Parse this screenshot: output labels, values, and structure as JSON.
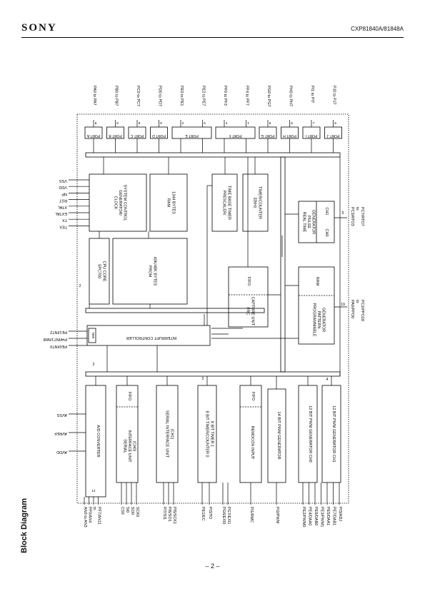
{
  "header": {
    "brand": "SONY",
    "part_number": "CXP81840A/81848A"
  },
  "section_title": "Block Diagram",
  "page_number": "– 2 –",
  "ports": [
    {
      "pins": "PA0 to PA7",
      "label": "PORT A",
      "width": "8"
    },
    {
      "pins": "PB0 to PB7",
      "label": "PORT B",
      "width": "8"
    },
    {
      "pins": "PC0 to PC7",
      "label": "PORT C",
      "width": "8"
    },
    {
      "pins": "PD0 to PD7",
      "label": "PORT D",
      "width": "8"
    },
    {
      "pins": "PE0 to PE1",
      "label": "PORT E",
      "width": "2"
    },
    {
      "pins": "PE2 to PE7",
      "label": "",
      "width": "6"
    },
    {
      "pins": "PF0 to PF3",
      "label": "PORT F",
      "width": "4"
    },
    {
      "pins": "PF4 to PF7",
      "label": "",
      "width": "4"
    },
    {
      "pins": "PG0 to PG7",
      "label": "PORT G",
      "width": "8"
    },
    {
      "pins": "PH0 to PH7",
      "label": "PORT H",
      "width": "8"
    },
    {
      "pins": "PI1 to PI7",
      "label": "PORT I",
      "width": "7"
    },
    {
      "pins": "PJ0 to PJ7",
      "label": "PORT J",
      "width": "8"
    }
  ],
  "blocks": {
    "clock": [
      "CLOCK",
      "GENERATOR/",
      "SYSTEM CONTROL"
    ],
    "ram": [
      "RAM",
      "1344 BYTES"
    ],
    "cpu": [
      "SPC700",
      "CPU CORE"
    ],
    "prom": [
      "PROM",
      "40K/48K BYTES"
    ],
    "prescaler": [
      "PRESCALER/",
      "TIME BASE TIMER"
    ],
    "timer32": [
      "32kHz",
      "TIMER/COUNTER"
    ],
    "rtpg": [
      "REAL TIME",
      "PULSE",
      "GENERATOR"
    ],
    "frc": [
      "FRC",
      "CAPTURE UNIT"
    ],
    "ppg": [
      "PROGRAMMABLE",
      "PATTERN",
      "GENERATOR"
    ],
    "intc": "INTERRUPT CONTROLLER",
    "nmi": "NMI",
    "adc": "A/D CONVERTER",
    "sio0": [
      "SERIAL",
      "INTERFACE UNIT",
      "(CH0)"
    ],
    "sio1": [
      "SERIAL INTERFACE UNIT",
      "(CH1)"
    ],
    "timers": [
      "8 BIT TIMER/COUNTER 0",
      "8 BIT TIMER 1"
    ],
    "remocon": "REMOCON INPUT",
    "pwm14": "14 BIT PWM GENERATOR",
    "pwm12a": "12 BIT PWM GENERATOR CH0",
    "pwm12b": "12 BIT PWM GENERATOR CH1"
  },
  "inner_labels": {
    "fifo": "FIFO",
    "ch0": "CH0",
    "ch1": "CH1",
    "ram": "RAM"
  },
  "left_pins": {
    "clock": [
      "VSS",
      "VDD",
      "NP",
      "RST",
      "XTAL",
      "EXTAL",
      "TX",
      "TEX"
    ],
    "intc": [
      "PE1/INT2",
      "PI4/INT1/NMI",
      "PE0/INT0"
    ],
    "adc": [
      "AVSS",
      "AVREF",
      "AVDD"
    ]
  },
  "right_pins": {
    "rtpg": [
      "PC3/RTO3",
      "to",
      "PC7/RTO7"
    ],
    "ppg": [
      "PA0/PPO0",
      "to",
      "PC2/PPO18"
    ]
  },
  "bottom_pins": {
    "adc": [
      "AN0 to AN3",
      "PF0/AN4",
      "to",
      "PF7/AN11"
    ],
    "sio0": [
      "CS0",
      "SI0",
      "SO0",
      "SCK0"
    ],
    "sio1": [
      "PI7/SI1",
      "PI6/SO1",
      "PI5/SCK1"
    ],
    "timers_a": [
      "PE1/EC",
      "PI3/TO"
    ],
    "timers_b": [
      "PG6/EXI0",
      "PG7/EXI1"
    ],
    "remocon": [
      "PI1/RMC"
    ],
    "pwm14": [
      "PI2/PWM"
    ],
    "pwm12": [
      "PE2/PWM0",
      "PE4/DAA0",
      "PE6/DAB0",
      "PE3/PWM1",
      "PE5/DAA1",
      "PE7/DAB1",
      "PI3/ADJ"
    ]
  },
  "bus_widths": {
    "rtpg": "5",
    "ppg": "19",
    "intc_side": "2",
    "timer_in": "2",
    "sio_side": "2",
    "pwm": "4",
    "adc": "12"
  }
}
